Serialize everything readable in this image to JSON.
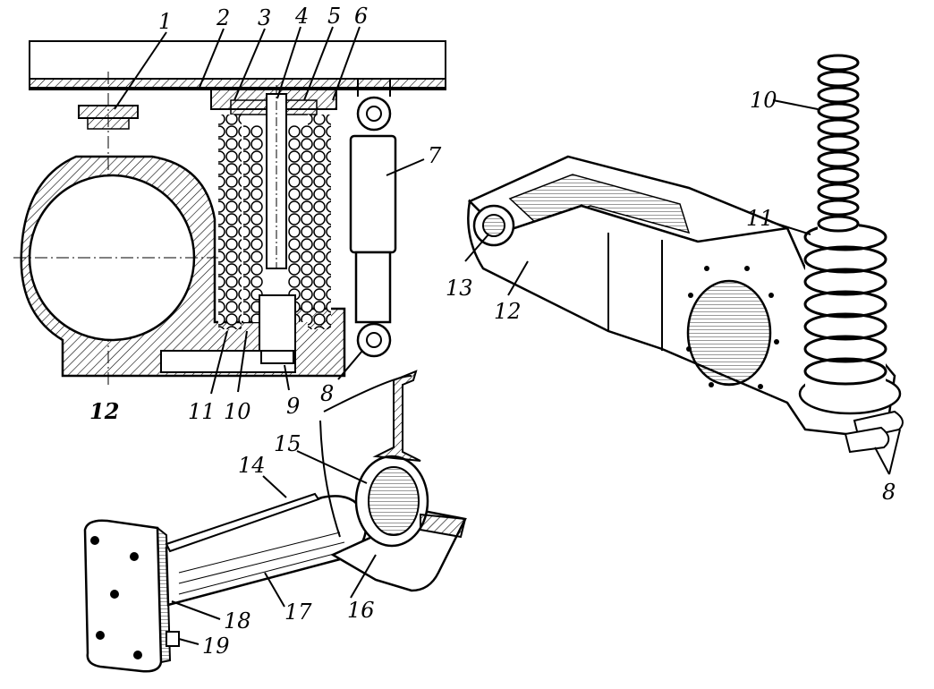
{
  "figure": {
    "labels": {
      "l1": "1",
      "l2": "2",
      "l3": "3",
      "l4": "4",
      "l5": "5",
      "l6": "6",
      "l7": "7",
      "l8a": "8",
      "l9": "9",
      "l10a": "10",
      "l11a": "11",
      "l12a": "12",
      "l10b": "10",
      "l11b": "11",
      "l12b": "12",
      "l13": "13",
      "l8b": "8",
      "l14": "14",
      "l15": "15",
      "l16": "16",
      "l17": "17",
      "l18": "18",
      "l19": "19"
    }
  }
}
